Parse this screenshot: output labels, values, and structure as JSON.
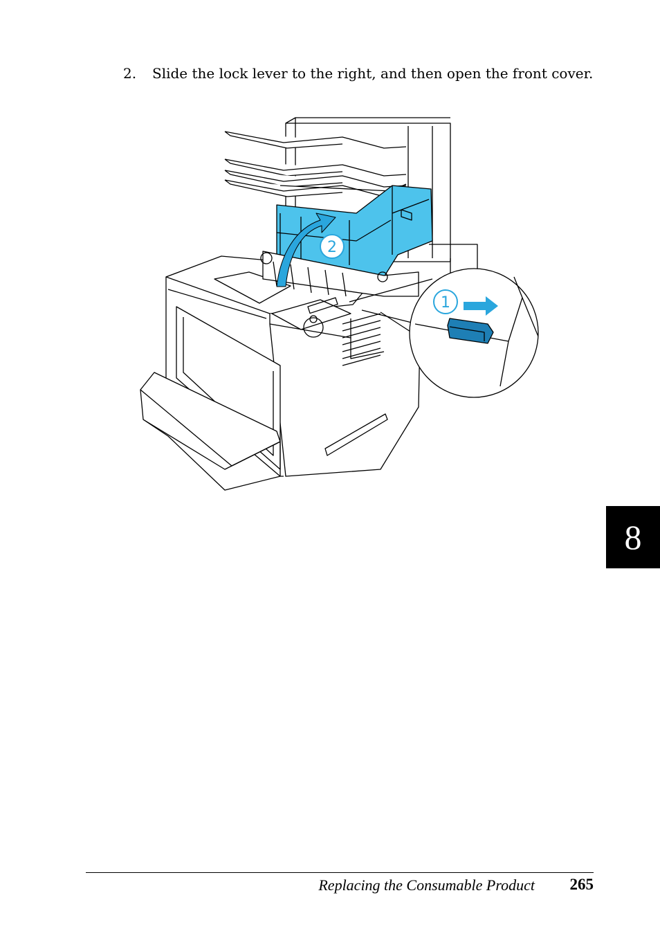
{
  "step": {
    "number": "2.",
    "text": "Slide the lock lever to the right, and then open the front cover."
  },
  "figure": {
    "callout_1": "1",
    "callout_2": "2",
    "accent_color": "#4dc3ec",
    "arrow_color": "#2aa6dd"
  },
  "chapter_tab": "8",
  "footer": {
    "title": "Replacing the Consumable Product",
    "page_number": "265"
  }
}
